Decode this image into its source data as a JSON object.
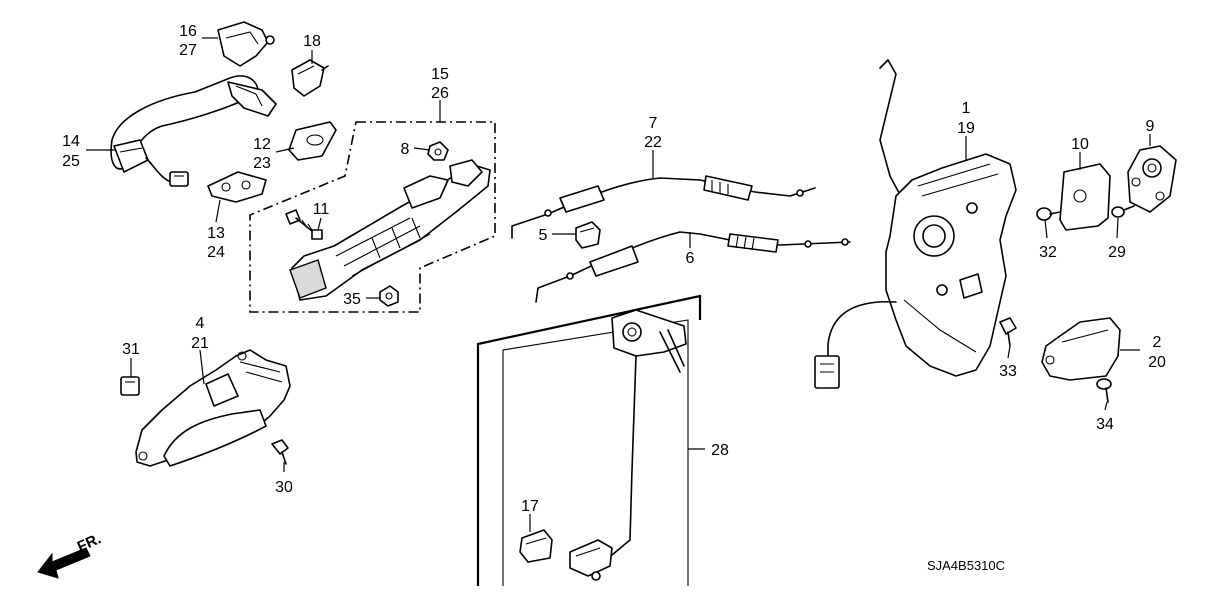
{
  "callouts": {
    "n1": "1",
    "n19": "19",
    "n2": "2",
    "n20": "20",
    "n4": "4",
    "n21": "21",
    "n5": "5",
    "n6": "6",
    "n7": "7",
    "n22": "22",
    "n8": "8",
    "n9": "9",
    "n10": "10",
    "n11": "11",
    "n12": "12",
    "n23": "23",
    "n13": "13",
    "n24": "24",
    "n14": "14",
    "n25": "25",
    "n15": "15",
    "n26": "26",
    "n16": "16",
    "n27": "27",
    "n17": "17",
    "n18": "18",
    "n28": "28",
    "n29": "29",
    "n30": "30",
    "n31": "31",
    "n32": "32",
    "n33": "33",
    "n34": "34",
    "n35": "35"
  },
  "front_indicator": "FR.",
  "diagram_code": "SJA4B5310C"
}
